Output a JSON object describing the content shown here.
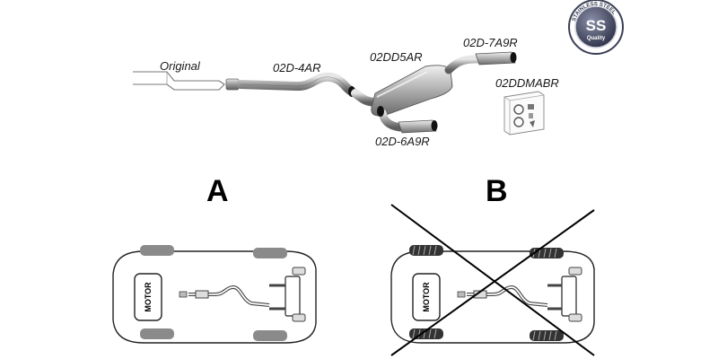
{
  "parts": {
    "original": "Original",
    "pipe_front": "02D-4AR",
    "middle_muffler": "02DD5AR",
    "tail_right": "02D-7A9R",
    "tail_left": "02D-6A9R",
    "mounting_kit": "02DDMABR"
  },
  "badge": {
    "monogram": "SS",
    "quality": "Quality",
    "ring_text": "STAINLESS STEEL",
    "color": "#3a3f55"
  },
  "variants": [
    {
      "letter": "A",
      "motor": "MOTOR",
      "crossed": false
    },
    {
      "letter": "B",
      "motor": "MOTOR",
      "crossed": true
    }
  ]
}
